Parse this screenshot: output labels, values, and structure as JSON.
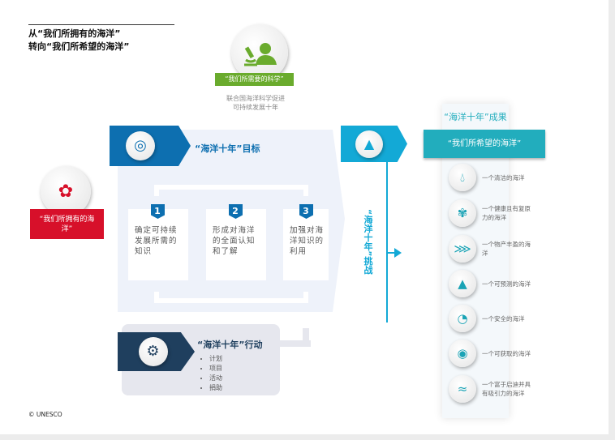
{
  "title": {
    "line1": "从“我们所拥有的海洋”",
    "line2": "转向“我们所希望的海洋”"
  },
  "science": {
    "banner": "“我们所需要的科学”",
    "caption1": "联合国海洋科学促进",
    "caption2": "可持续发展十年",
    "icon": "microscope-icon"
  },
  "have": {
    "banner": "“我们所拥有的海洋”",
    "icon": "coral-icon"
  },
  "goals": {
    "title": "“海洋十年”目标",
    "icon": "target-icon",
    "steps": [
      {
        "num": "1",
        "text": "确定可持续发展所需的知识"
      },
      {
        "num": "2",
        "text": "形成对海洋的全面认知和了解"
      },
      {
        "num": "3",
        "text": "加强对海洋知识的利用"
      }
    ]
  },
  "actions": {
    "title": "“海洋十年”行动",
    "icon": "gear-icon",
    "items": [
      "计划",
      "项目",
      "活动",
      "捐助"
    ]
  },
  "challenges": {
    "label": "“海洋十年”挑战",
    "icon": "mountain-flag-icon"
  },
  "outcomes": {
    "title": "“海洋十年”成果",
    "banner": "“我们所希望的海洋”",
    "items": [
      {
        "text": "一个清洁的海洋",
        "icon": "water-drop-icon"
      },
      {
        "text": "一个健康且有复原力的海洋",
        "icon": "coral-icon"
      },
      {
        "text": "一个物产丰盈的海洋",
        "icon": "fish-icon"
      },
      {
        "text": "一个可预测的海洋",
        "icon": "buoy-icon"
      },
      {
        "text": "一个安全的海洋",
        "icon": "tsunami-alert-icon"
      },
      {
        "text": "一个可获取的海洋",
        "icon": "open-lock-icon"
      },
      {
        "text": "一个富于启迪并具有吸引力的海洋",
        "icon": "hand-wave-icon"
      }
    ]
  },
  "footer": {
    "copyright": "© UNESCO"
  },
  "colors": {
    "blue": "#0d6fb0",
    "cyan": "#13a9d6",
    "teal": "#22adbd",
    "navy": "#1f3f5e",
    "green": "#6aab2d",
    "red": "#d7102a"
  }
}
